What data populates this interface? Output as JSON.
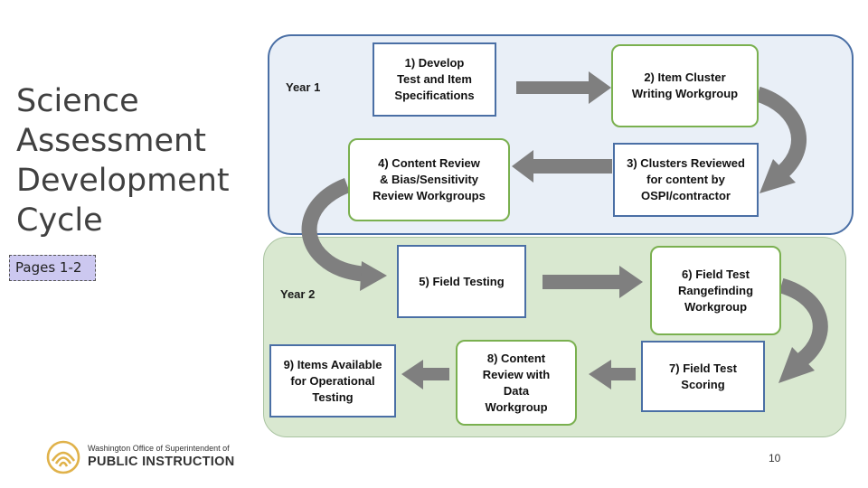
{
  "slide": {
    "title_lines": [
      "Science",
      "Assessment",
      "Development",
      "Cycle"
    ],
    "pages_tag": "Pages 1-2",
    "page_number": "10"
  },
  "diagram": {
    "year1_label": "Year 1",
    "year2_label": "Year 2",
    "steps": [
      {
        "label": "1)  Develop\nTest and Item\nSpecifications",
        "style": "blue"
      },
      {
        "label": "2)  Item Cluster\nWriting Workgroup",
        "style": "green"
      },
      {
        "label": "3)  Clusters Reviewed\nfor content by\nOSPI/contractor",
        "style": "blue"
      },
      {
        "label": "4)  Content Review\n& Bias/Sensitivity\nReview Workgroups",
        "style": "green"
      },
      {
        "label": "5)  Field Testing",
        "style": "blue"
      },
      {
        "label": "6)  Field Test\nRangefinding\nWorkgroup",
        "style": "green"
      },
      {
        "label": "7)  Field Test\nScoring",
        "style": "blue"
      },
      {
        "label": "8)  Content\nReview with\nData\nWorkgroup",
        "style": "green"
      },
      {
        "label": "9) Items Available\nfor Operational\nTesting",
        "style": "blue"
      }
    ],
    "arrow_color": "#7f7f7f"
  },
  "logo": {
    "line1": "Washington Office of Superintendent of",
    "line2": "PUBLIC INSTRUCTION",
    "color": "#e0b24a"
  }
}
